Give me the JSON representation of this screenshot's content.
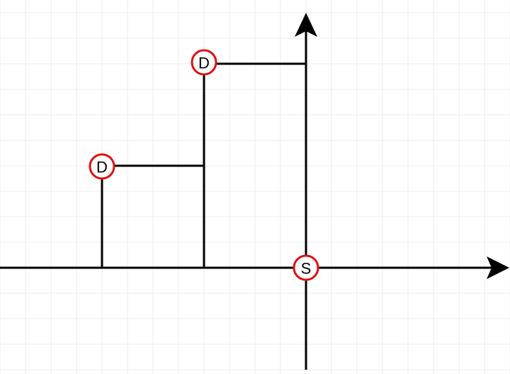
{
  "colors": {
    "node_outline": "#e01010",
    "line": "#000000",
    "grid": "#ececec",
    "background": "#ffffff"
  },
  "nodes": {
    "source": {
      "label": "S"
    },
    "destination_upper": {
      "label": "D"
    },
    "destination_lower": {
      "label": "D"
    }
  }
}
